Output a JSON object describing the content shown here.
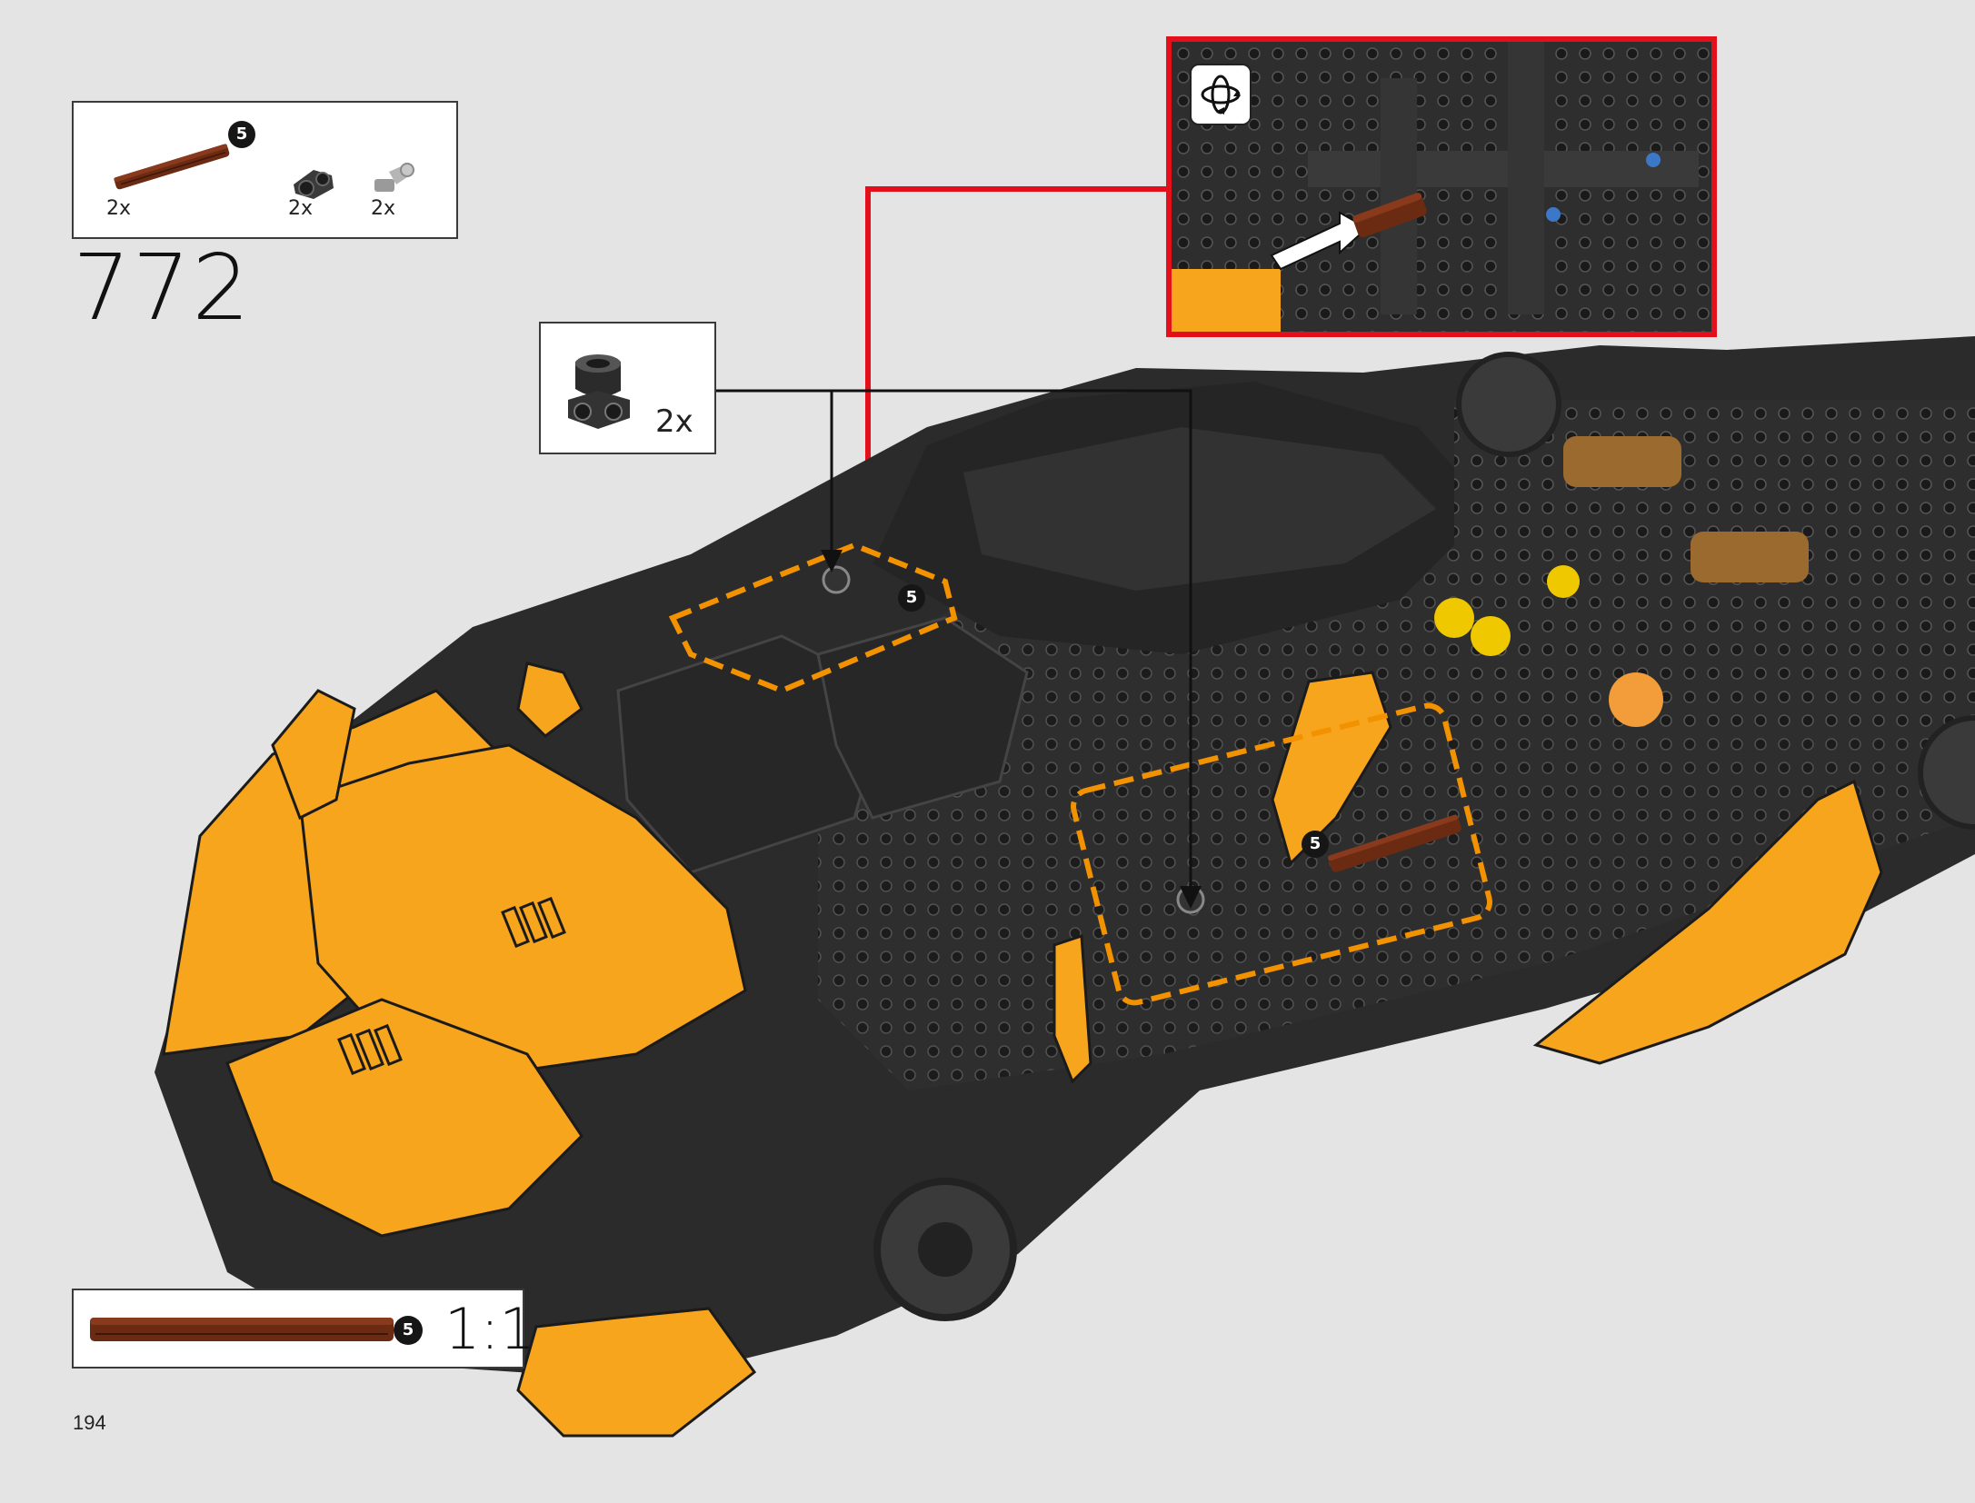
{
  "page": {
    "step_number": "772",
    "page_number": "194"
  },
  "parts_box": {
    "items": [
      {
        "name": "brown-axle-icon",
        "qty": "2x",
        "badge": "5"
      },
      {
        "name": "dark-connector-icon",
        "qty": "2x"
      },
      {
        "name": "gray-pin-connector-icon",
        "qty": "2x"
      }
    ]
  },
  "subassembly_box": {
    "qty": "2x",
    "icon": "axle-connector-icon"
  },
  "callout": {
    "icon": "rotate-model-icon",
    "border_color": "#e3101b"
  },
  "model": {
    "axle_badge": "5",
    "highlight_color": "#f39200"
  },
  "scale_box": {
    "badge": "5",
    "scale": "1:1"
  },
  "colors": {
    "orange": "#f7a51d",
    "dark": "#2a2a2a",
    "brown": "#6b2a12",
    "red": "#e3101b"
  }
}
